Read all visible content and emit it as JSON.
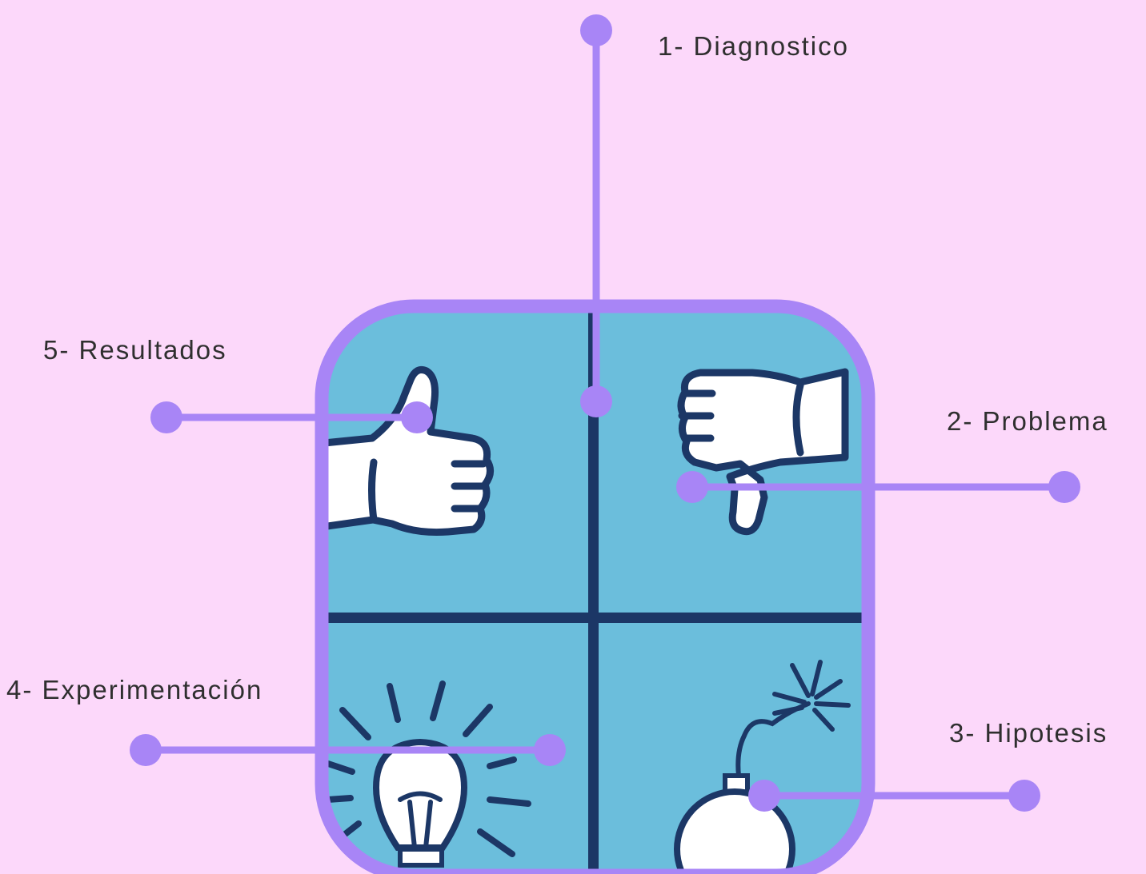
{
  "colors": {
    "background": "#fcd8fa",
    "accent": "#a885f6",
    "panel": "#6bbedc",
    "divider": "#1c3766",
    "icon_fill": "#ffffff",
    "icon_stroke": "#1c3766"
  },
  "steps": [
    {
      "label": "1- Diagnostico",
      "icon": "center-cross-point"
    },
    {
      "label": "2- Problema",
      "icon": "thumbs-down-icon"
    },
    {
      "label": "3- Hipotesis",
      "icon": "bomb-icon"
    },
    {
      "label": "4- Experimentación",
      "icon": "lightbulb-icon"
    },
    {
      "label": "5- Resultados",
      "icon": "thumbs-up-icon"
    }
  ]
}
